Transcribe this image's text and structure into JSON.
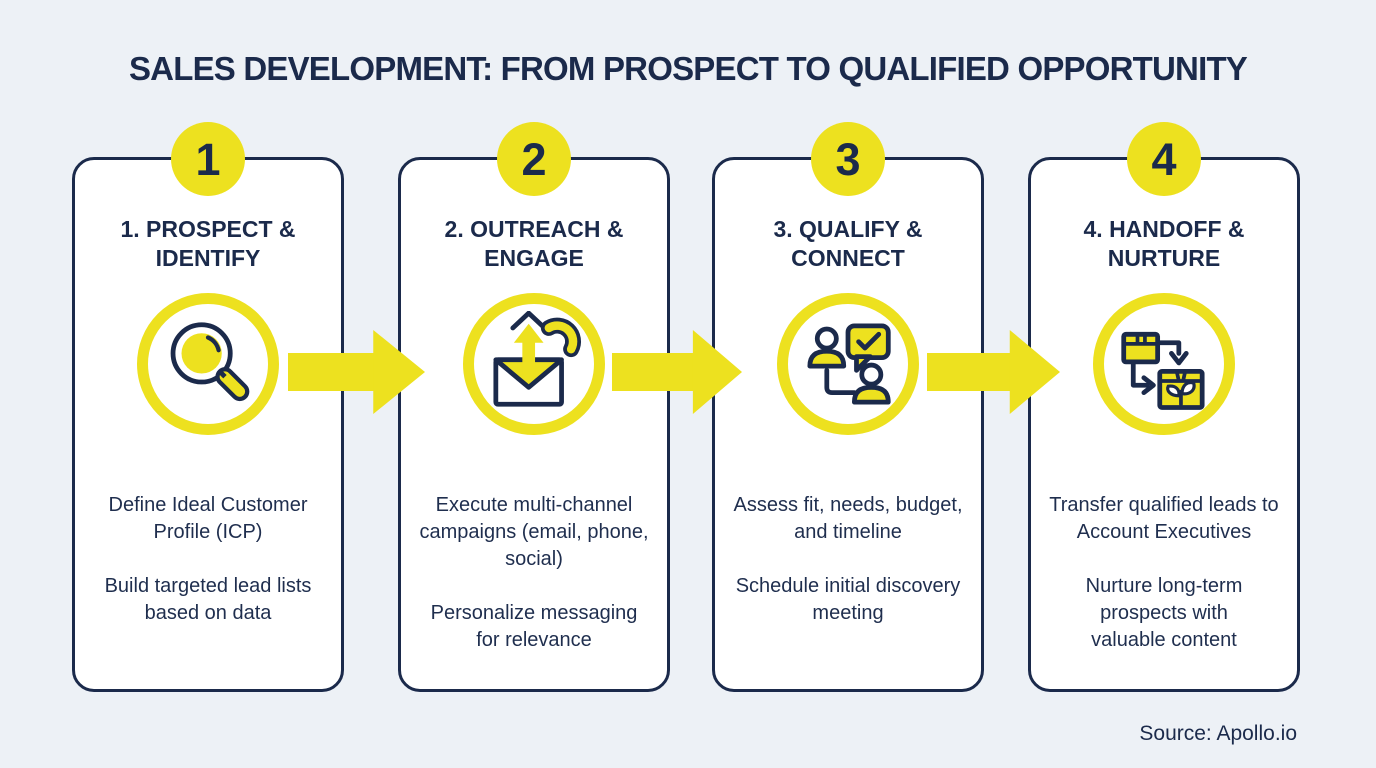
{
  "title": "SALES DEVELOPMENT: FROM PROSPECT TO QUALIFIED OPPORTUNITY",
  "source": "Source: Apollo.io",
  "colors": {
    "accent_yellow": "#EDE11F",
    "navy": "#1B2A4B",
    "background": "#EDF1F6",
    "card_background": "#FFFFFF"
  },
  "steps": [
    {
      "number": "1",
      "title": "1. PROSPECT & IDENTIFY",
      "icon": "magnifier-icon",
      "points": [
        "Define Ideal Customer Profile (ICP)",
        "Build targeted lead lists based on data"
      ]
    },
    {
      "number": "2",
      "title": "2. OUTREACH & ENGAGE",
      "icon": "envelope-arrow-phone-icon",
      "points": [
        "Execute multi-channel campaigns (email, phone, social)",
        "Personalize messaging for relevance"
      ]
    },
    {
      "number": "3",
      "title": "3. QUALIFY & CONNECT",
      "icon": "people-chat-check-icon",
      "points": [
        "Assess fit, needs, budget, and timeline",
        "Schedule initial discovery meeting"
      ]
    },
    {
      "number": "4",
      "title": "4. HANDOFF & NURTURE",
      "icon": "handoff-boxes-icon",
      "points": [
        "Transfer qualified leads to Account Executives",
        "Nurture long-term prospects with valuable content"
      ]
    }
  ]
}
